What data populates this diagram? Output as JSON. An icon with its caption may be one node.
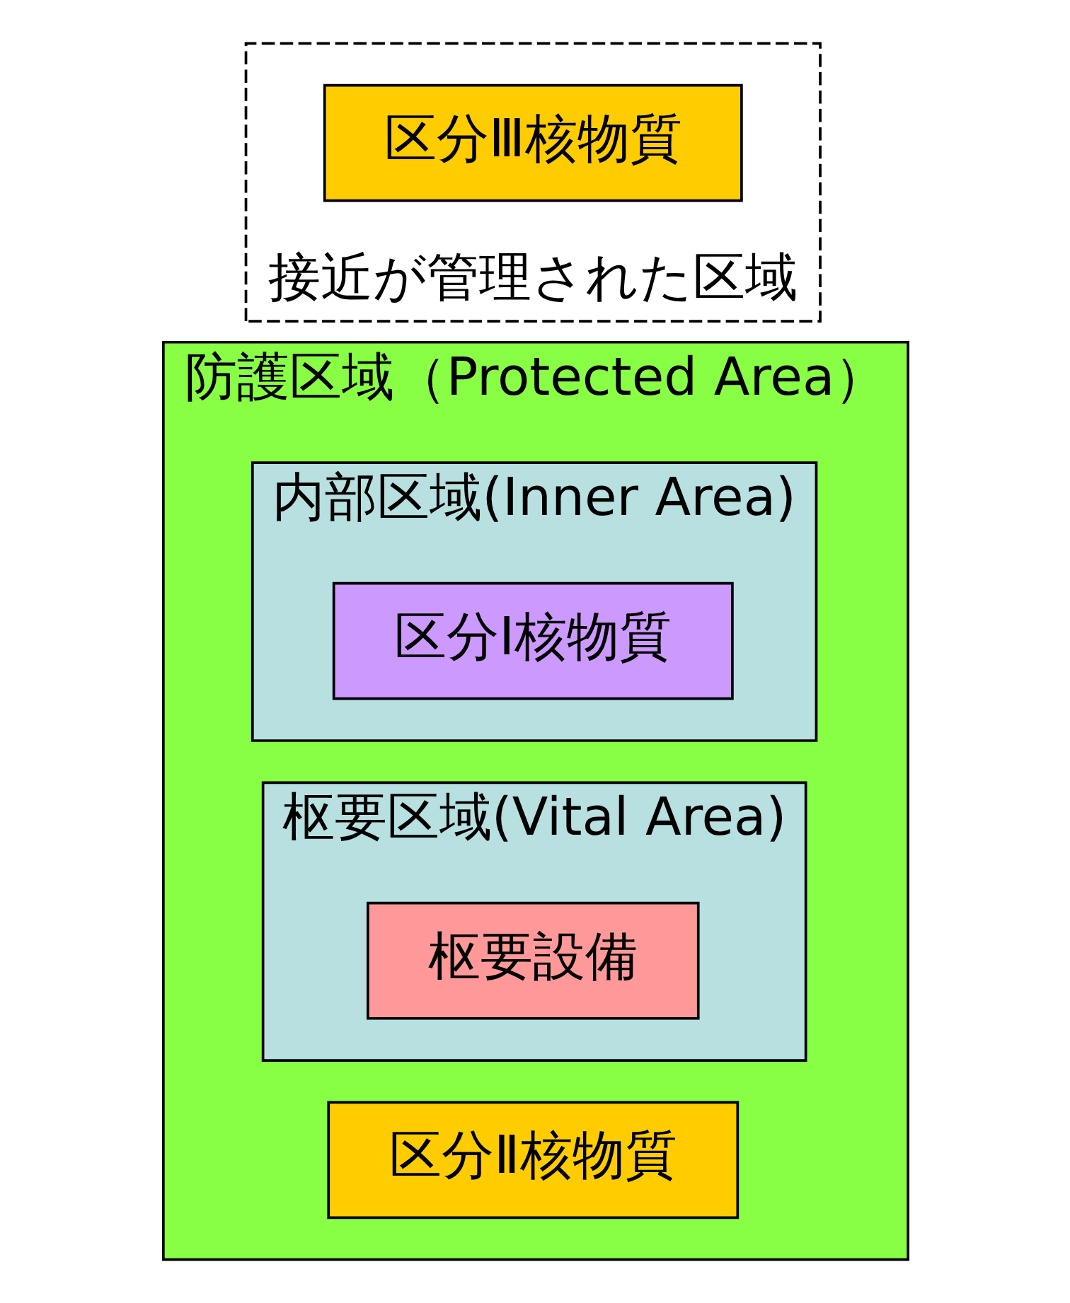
{
  "diagram": {
    "nodes": [
      {
        "text": [
          "防護区域（Protected Area）"
        ]
      },
      {
        "text": [
          "内部区域(Inner Area)"
        ],
        "in": 0
      },
      {
        "text": [
          "区分Ⅰ核物質"
        ],
        "in": 1
      },
      {
        "text": [
          "枢要区域(Vital Area)"
        ],
        "in": 0
      },
      {
        "text": [
          "枢要設備"
        ],
        "in": 3
      },
      {
        "text": [
          "区分Ⅱ核物質"
        ],
        "in": 0
      },
      {
        "text": [
          "接近が管理された区域"
        ]
      },
      {
        "text": [
          "区分Ⅲ核物質"
        ],
        "in": 6
      }
    ]
  }
}
